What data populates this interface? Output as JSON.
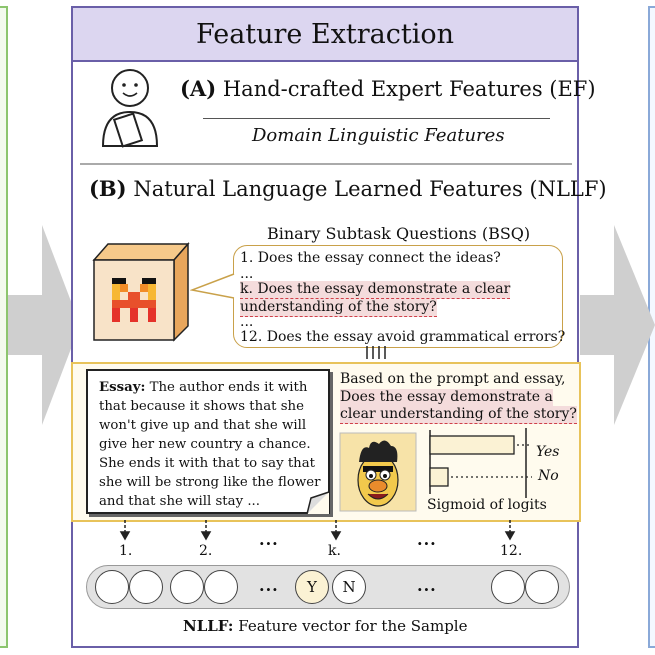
{
  "panel": {
    "title": "Feature Extraction"
  },
  "section_a": {
    "label": "(A)",
    "title": "Hand-crafted Expert Features (EF)",
    "subtitle": "Domain Linguistic Features"
  },
  "section_b": {
    "label": "(B)",
    "title": "Natural Language Learned Features (NLLF)",
    "bsq_title": "Binary Subtask Questions (BSQ)",
    "questions": [
      "1. Does the essay connect the ideas?",
      "...",
      "k. Does the essay demonstrate a clear",
      "understanding of the story?",
      "...",
      "12. Does the essay avoid grammatical errors?"
    ]
  },
  "essay": {
    "label": "Essay:",
    "lines": [
      "The author ends it with",
      "that because it shows that she",
      "won't give up and that she will",
      "give her new country a chance.",
      "She ends it with that to say that",
      "she will be strong like the flower",
      "and that she will stay ..."
    ]
  },
  "prompt": {
    "lines": [
      "Based on the prompt and essay,",
      "Does the essay demonstrate a",
      "clear understanding of the story?"
    ],
    "yes_label": "Yes",
    "no_label": "No",
    "yes_prob": 0.88,
    "no_prob": 0.19,
    "caption": "Sigmoid of logits"
  },
  "vector": {
    "indices": [
      "1.",
      "2.",
      "k.",
      "12."
    ],
    "ellipsis": "...",
    "y_label": "Y",
    "n_label": "N"
  },
  "footer": {
    "bold": "NLLF:",
    "text": " Feature vector for the Sample"
  },
  "colors": {
    "panel_border": "#6a5fa8",
    "panel_header": "#dcd6f0",
    "highlight": "#f4dcdc",
    "accent_gold": "#e8c35a"
  }
}
